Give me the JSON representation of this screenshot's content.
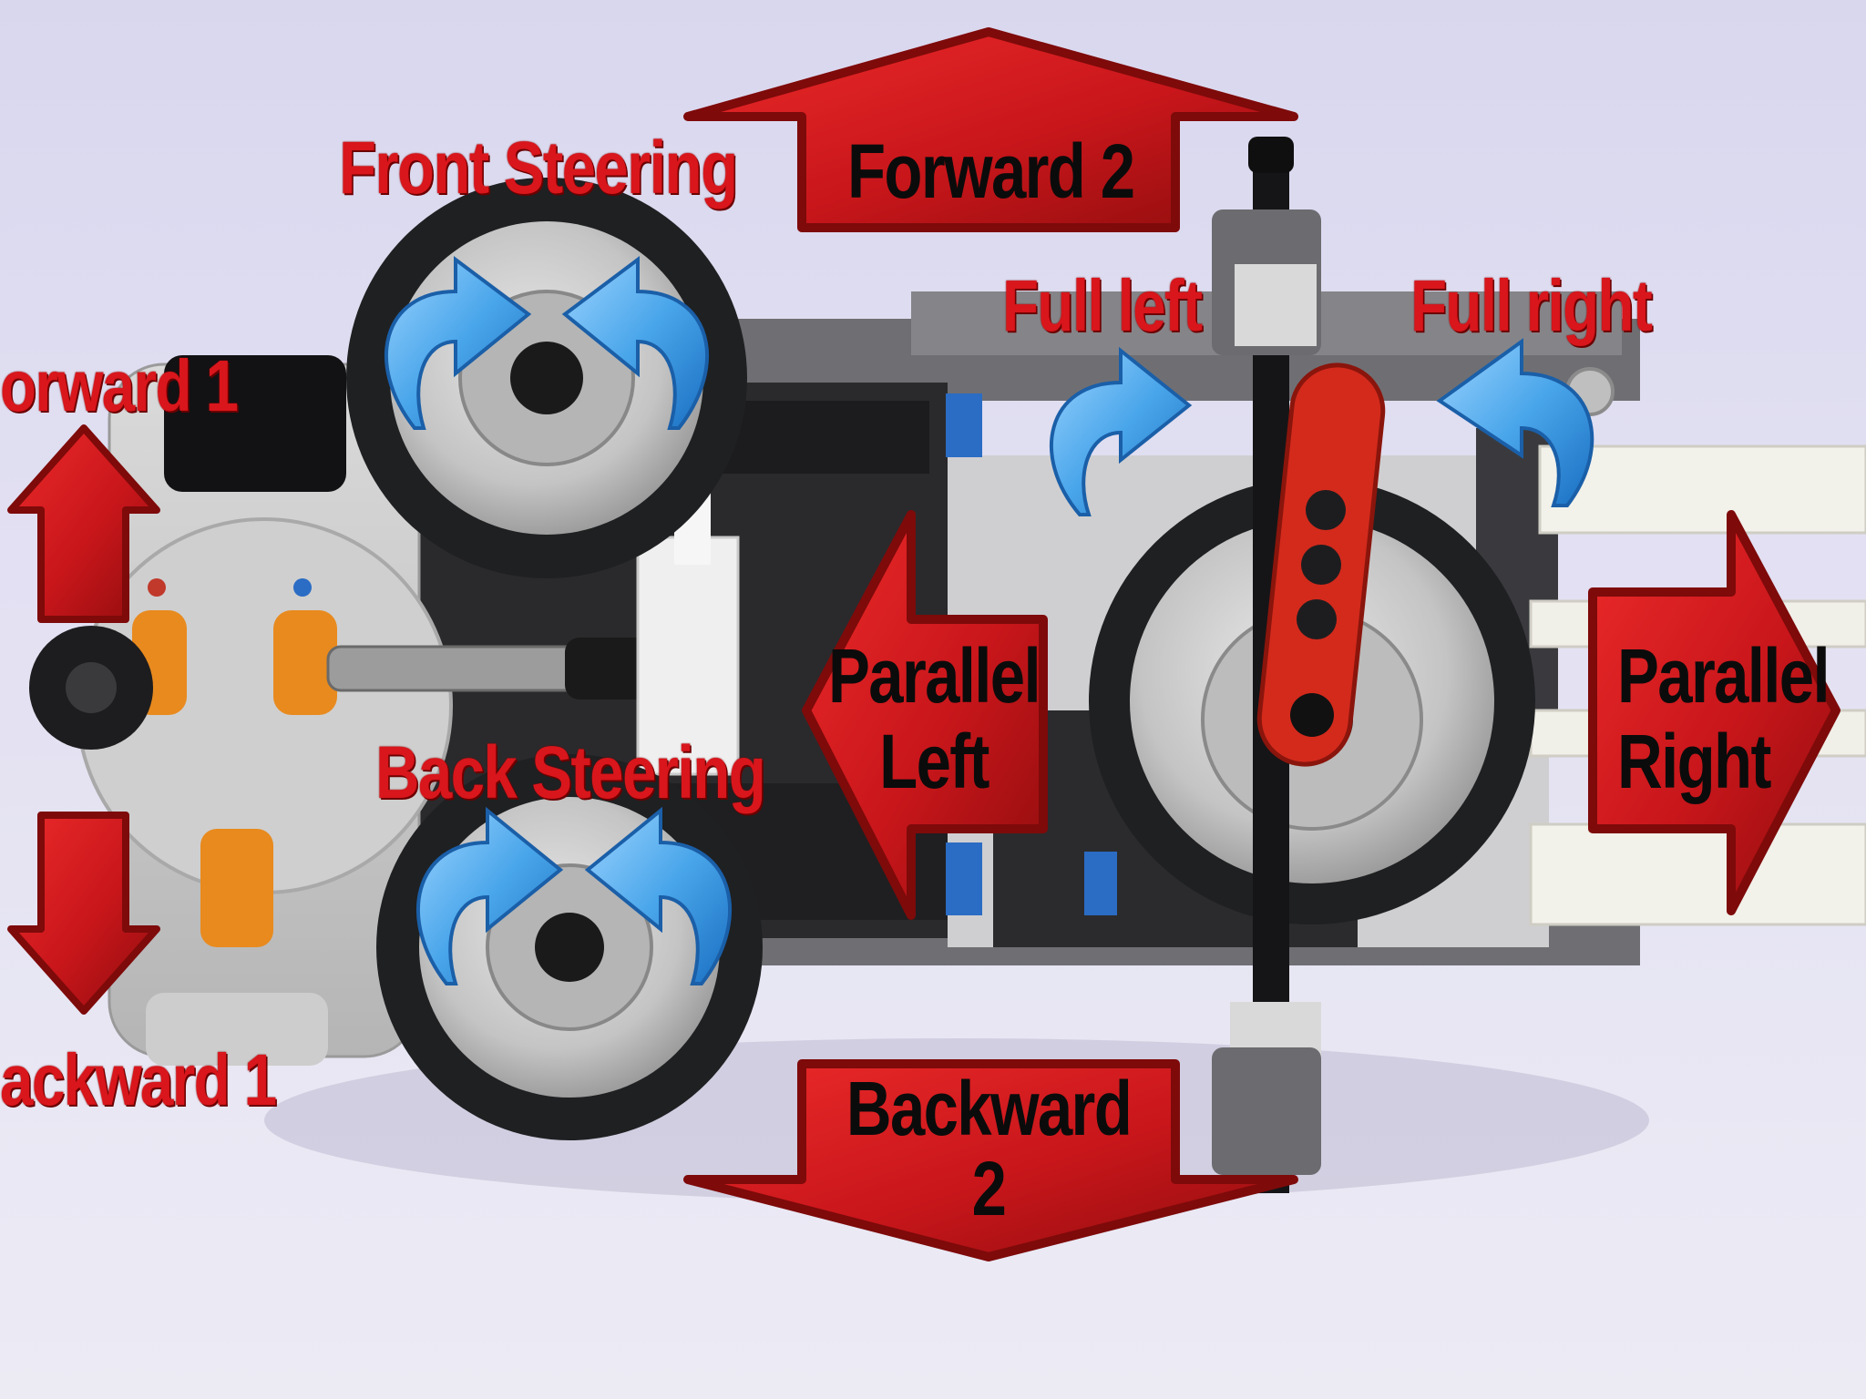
{
  "labels": {
    "front_steering": "Front Steering",
    "back_steering": "Back Steering",
    "forward_1": "orward 1",
    "backward_1": "ackward 1",
    "forward_2": "Forward 2",
    "backward_2_line1": "Backward",
    "backward_2_line2": "2",
    "full_left": "Full left",
    "full_right": "Full right",
    "parallel_left_line1": "Parallel",
    "parallel_left_line2": "Left",
    "parallel_right_line1": "Parallel",
    "parallel_right_line2": "Right"
  },
  "colors": {
    "arrow_red": "#c8161b",
    "arrow_dark_red": "#7e0a0a",
    "steer_blue": "#4aa6ea",
    "background": "#e1dff1",
    "tyre": "#202124",
    "rim": "#c9c9c9",
    "frame_grey": "#7a7a7a",
    "beam_red": "#d32a1c",
    "orange": "#e88a1e",
    "lego_blue": "#2b6cc4"
  }
}
